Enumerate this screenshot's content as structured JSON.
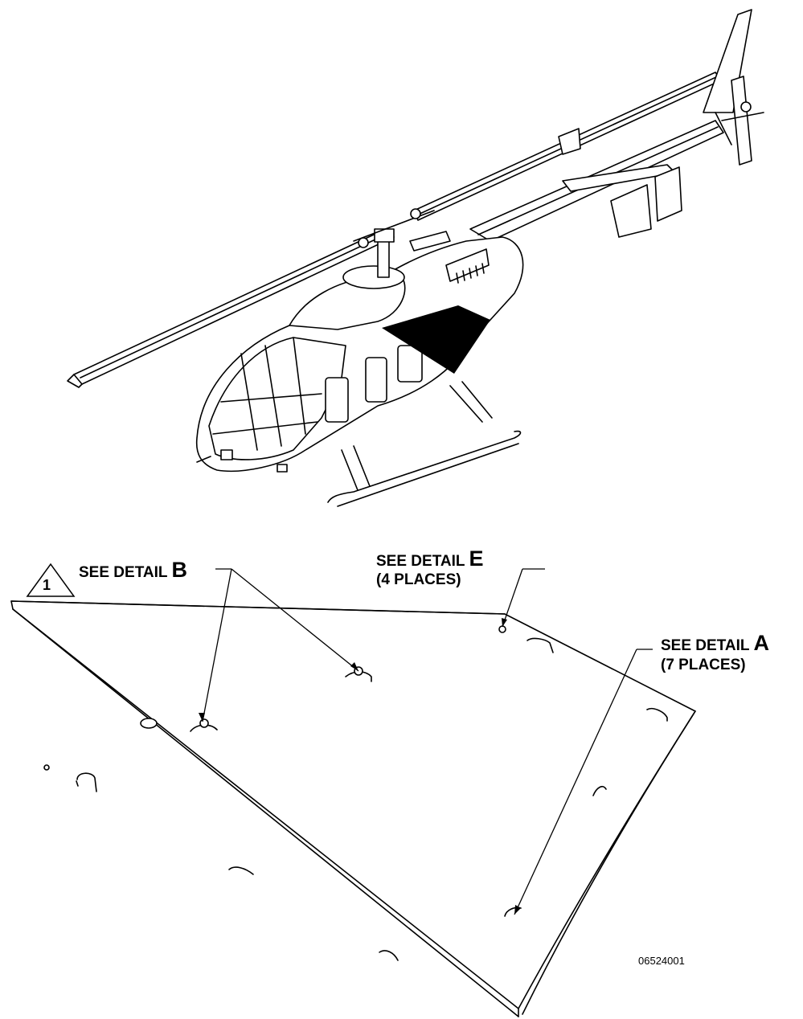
{
  "callouts": {
    "note_flag": "1",
    "detail_b": {
      "prefix": "SEE DETAIL ",
      "letter": "B"
    },
    "detail_e": {
      "prefix": "SEE DETAIL ",
      "letter": "E",
      "qty": "(4 PLACES)"
    },
    "detail_a": {
      "prefix": "SEE DETAIL ",
      "letter": "A",
      "qty": "(7 PLACES)"
    }
  },
  "figure_number": "06524001",
  "icons": {
    "helicopter": "helicopter-illustration-icon",
    "floor_panel": "cargo-floor-panel-icon",
    "note_flag": "triangle-note-flag-icon"
  }
}
